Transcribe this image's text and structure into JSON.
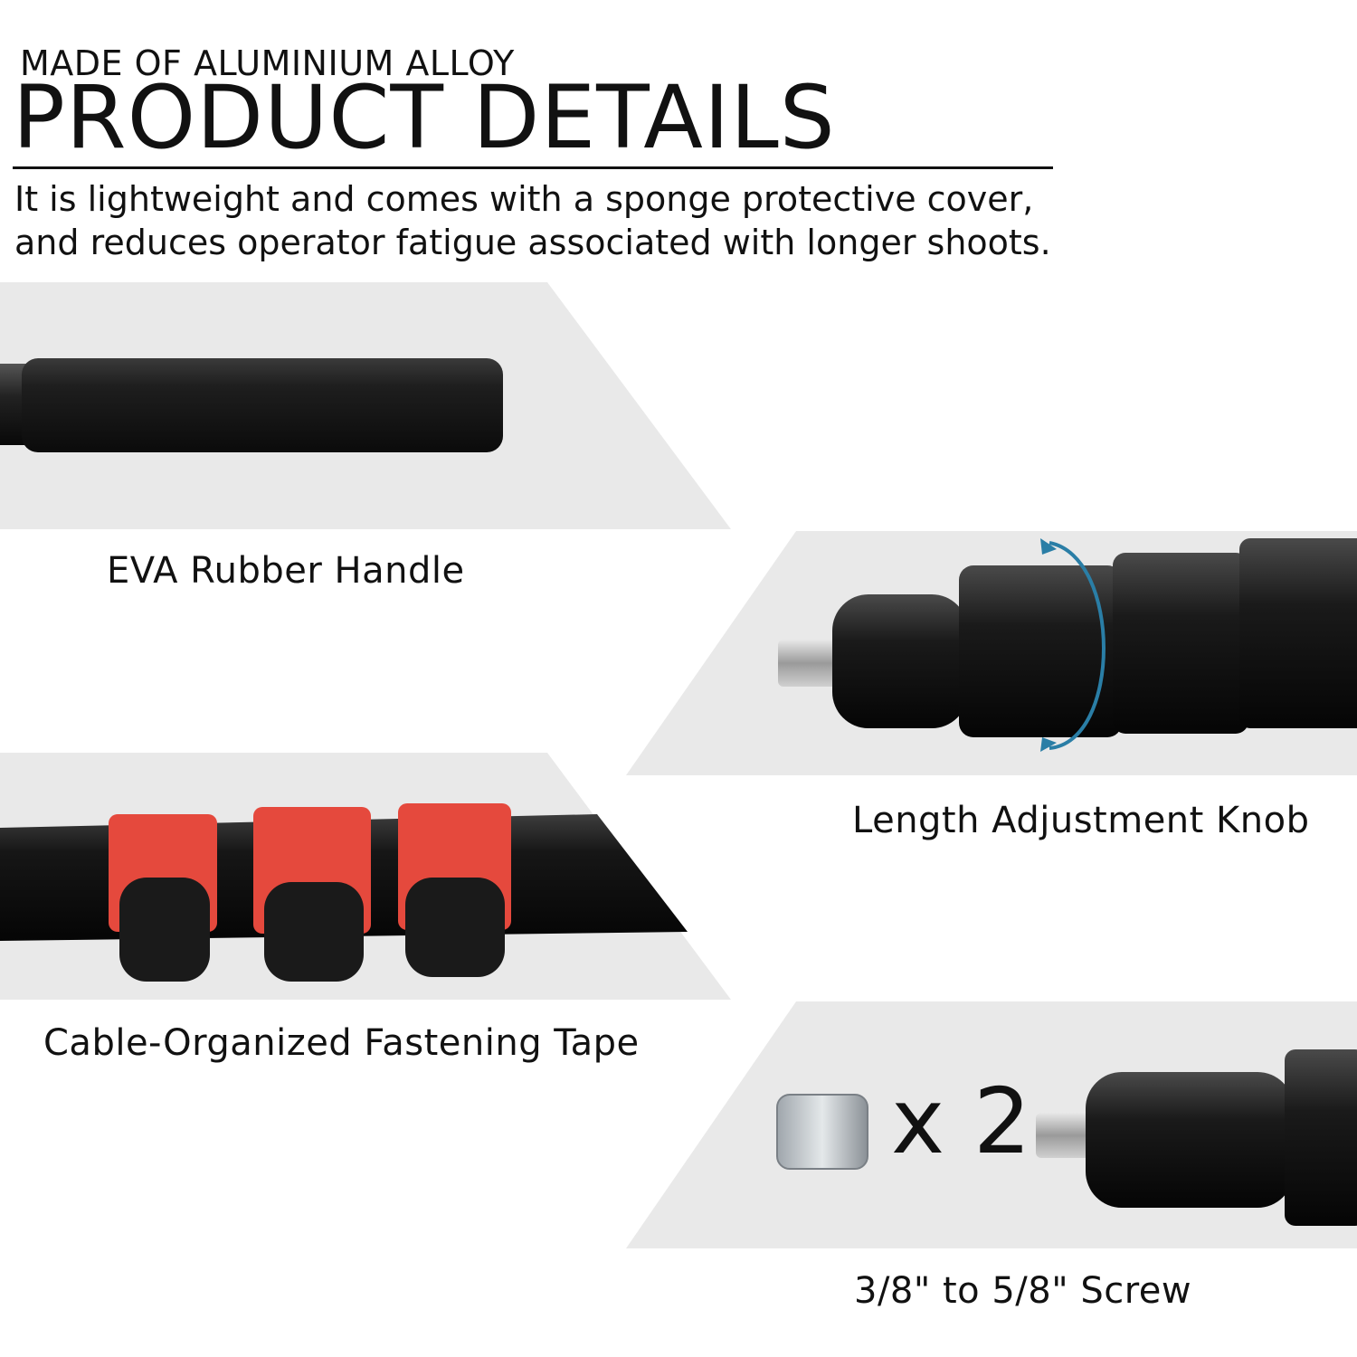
{
  "header": {
    "subtitle": "MADE OF ALUMINIUM ALLOY",
    "title": "PRODUCT DETAILS",
    "description_lines": [
      "It is lightweight and comes with a sponge protective cover,",
      "and reduces operator fatigue associated with longer shoots."
    ]
  },
  "features": [
    {
      "caption": "EVA Rubber Handle",
      "image": "foam-handle"
    },
    {
      "caption": "Length Adjustment Knob",
      "image": "adjustment-knob-with-rotation-arrows"
    },
    {
      "caption": "Cable-Organized Fastening Tape",
      "image": "red-hook-and-loop-straps"
    },
    {
      "caption": "3/8\" to 5/8\" Screw",
      "image": "screw-adapter",
      "quantity_label": "x 2"
    }
  ],
  "colors": {
    "panel_bg": "#e9e9e9",
    "strap_red": "#e5493d",
    "arrow_blue": "#2a7ea6",
    "text": "#111111"
  }
}
